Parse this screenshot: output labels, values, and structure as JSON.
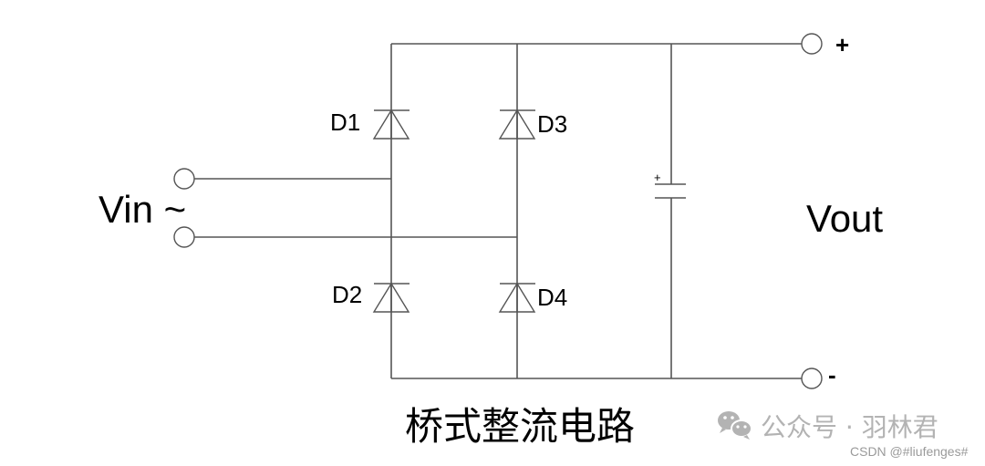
{
  "diagram": {
    "type": "circuit-schematic",
    "title": "桥式整流电路",
    "input": {
      "label": "Vin ~"
    },
    "output": {
      "label": "Vout",
      "positive": "+",
      "negative": "-"
    },
    "diodes": [
      {
        "id": "D1",
        "label": "D1"
      },
      {
        "id": "D2",
        "label": "D2"
      },
      {
        "id": "D3",
        "label": "D3"
      },
      {
        "id": "D4",
        "label": "D4"
      }
    ],
    "capacitor": {
      "polarity": "+"
    }
  },
  "watermark": {
    "icon": "wechat-icon",
    "text": "公众号 · 羽林君",
    "source": "CSDN @#liufenges#"
  },
  "colors": {
    "wire": "#555555",
    "text": "#000000",
    "watermark": "#b3b3b3"
  }
}
